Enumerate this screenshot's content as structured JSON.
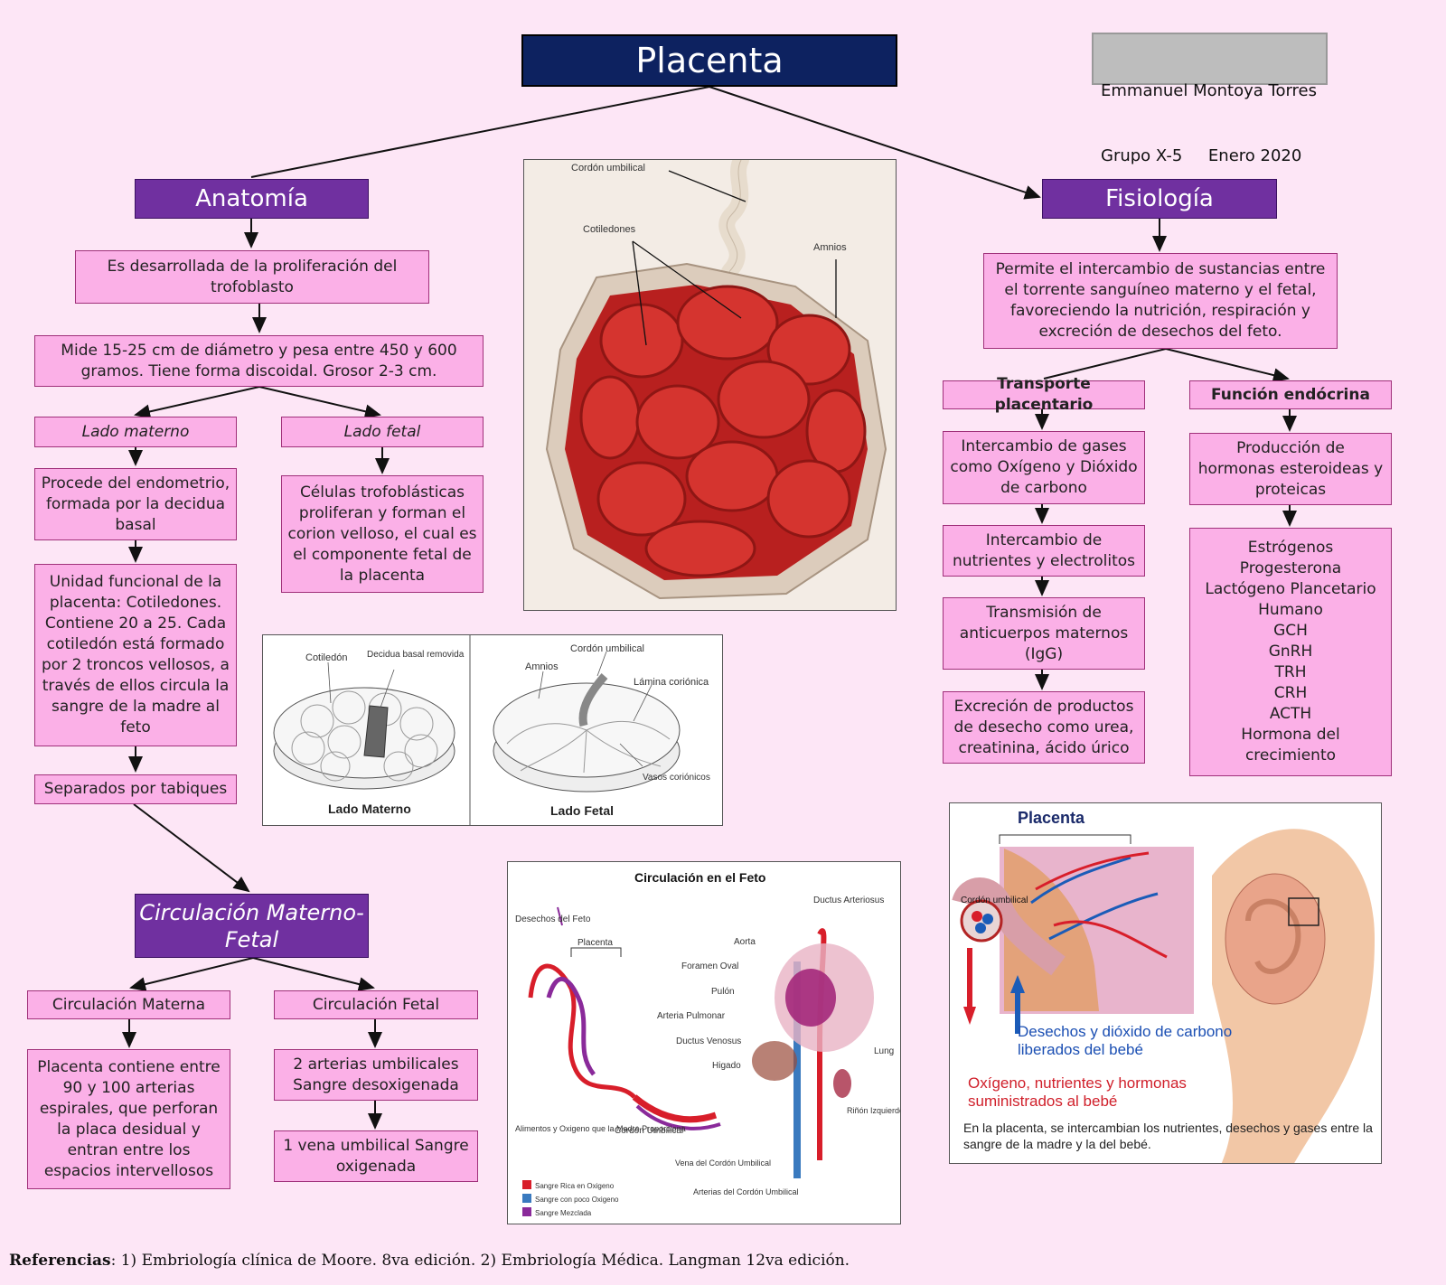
{
  "title": "Placenta",
  "author": {
    "line1": "Emmanuel Montoya Torres",
    "line2": "Grupo X-5     Enero 2020"
  },
  "anatomia": {
    "heading": "Anatomía",
    "origin": "Es desarrollada de la proliferación del trofoblasto",
    "size": "Mide 15-25 cm de diámetro y pesa entre 450 y 600 gramos. Tiene forma discoidal. Grosor 2-3 cm.",
    "maternal_side": "Lado materno",
    "fetal_side": "Lado fetal",
    "maternal_desc": "Procede del endometrio, formada por la decidua basal",
    "functional_unit": "Unidad funcional de la placenta: Cotiledones. Contiene 20 a 25. Cada cotiledón está formado por 2 troncos vellosos, a través de ellos circula la sangre de la madre al feto",
    "septa": "Separados por tabiques",
    "fetal_desc": "Células trofoblásticas proliferan y forman el corion velloso, el cual es el componente fetal de la placenta"
  },
  "circulacion": {
    "heading": "Circulación Materno-Fetal",
    "maternal": "Circulación Materna",
    "fetal": "Circulación Fetal",
    "maternal_desc": "Placenta contiene entre 90 y 100 arterias espirales, que perforan la placa desidual y entran entre los espacios intervellosos",
    "arteries": "2 arterias umbilicales Sangre desoxigenada",
    "vein": "1 vena umbilical Sangre oxigenada"
  },
  "fisiologia": {
    "heading": "Fisiología",
    "desc": "Permite el intercambio de sustancias entre el torrente sanguíneo materno y el fetal, favoreciendo la nutrición, respiración y excreción de desechos del feto.",
    "transport": {
      "heading": "Transporte placentario",
      "items": [
        "Intercambio de gases como Oxígeno y Dióxido de carbono",
        "Intercambio de nutrientes y electrolitos",
        "Transmisión de anticuerpos maternos (IgG)",
        "Excreción de productos de desecho como urea, creatinina, ácido úrico"
      ]
    },
    "endocrine": {
      "heading": "Función endócrina",
      "production": "Producción de hormonas esteroideas y proteicas",
      "hormones": [
        "Estrógenos",
        "Progesterona",
        "Lactógeno Plancetario Humano",
        "GCH",
        "GnRH",
        "TRH",
        "CRH",
        "ACTH",
        "Hormona del crecimiento"
      ]
    }
  },
  "figure_main": {
    "cord": "Cordón umbilical",
    "cotyledons": "Cotiledones",
    "amnion": "Amnios"
  },
  "figure_sides": {
    "cotyledon": "Cotiledón",
    "decidua": "Decidua basal removida",
    "maternal": "Lado Materno",
    "cord": "Cordón umbilical",
    "amnion": "Amnios",
    "chorionic_plate": "Lámina coriónica",
    "vessels": "Vasos coriónicos",
    "fetal": "Lado Fetal"
  },
  "figure_circulation": {
    "title": "Circulación en el Feto",
    "labels": {
      "ductus_arteriosus": "Ductus Arteriosus",
      "waste": "Desechos del Feto",
      "placenta": "Placenta",
      "aorta": "Aorta",
      "foramen": "Foramen Oval",
      "lung1": "Pulón",
      "pulmonary": "Arteria Pulmonar",
      "ductus_venosus": "Ductus Venosus",
      "liver": "Higado",
      "lung2": "Lung",
      "kidney": "Riñón Izquierdo",
      "food": "Alimentos y Oxigeno que la Madre Proporciona",
      "cord": "Cordón Umbilical",
      "vein": "Vena del Cordón Umbilical",
      "arteries": "Arterias del Cordón Umbilical"
    },
    "legend": [
      {
        "label": "Sangre Rica en Oxigeno",
        "color": "#d81e2a"
      },
      {
        "label": "Sangre con poco Oxigeno",
        "color": "#3a7abf"
      },
      {
        "label": "Sangre Mezclada",
        "color": "#8a2a9a"
      }
    ]
  },
  "figure_exchange": {
    "title": "Placenta",
    "cord": "Cordón umbilical",
    "waste": "Desechos y dióxido de carbono liberados del bebé",
    "oxygen": "Oxígeno, nutrientes y hormonas suministrados al bebé",
    "caption": "En la placenta, se intercambian los nutrientes, desechos y gases entre la sangre de la madre y la del bebé."
  },
  "references": {
    "label": "Referencias",
    "text": ": 1) Embriología clínica de Moore. 8va edición.   2) Embriología Médica. Langman 12va edición."
  },
  "colors": {
    "background": "#fde6f6",
    "title_bg": "#0d2260",
    "heading_bg": "#7030a0",
    "box_bg": "#fbb0e7",
    "author_bg": "#bdbdbd"
  }
}
